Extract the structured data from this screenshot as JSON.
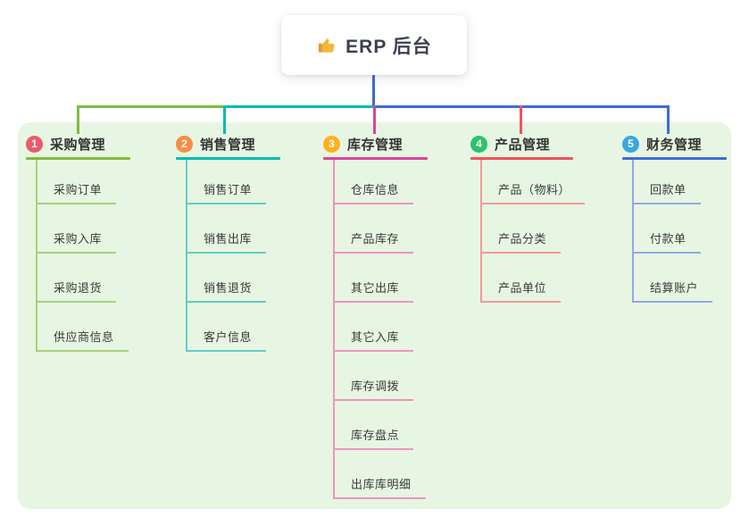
{
  "root": {
    "icon": "thumbs-up-icon",
    "label": "ERP 后台"
  },
  "colors": {
    "panel_bg": "#e7f6e2",
    "root_trunk_blue": "#4169d2",
    "thumb_gold": "#f4b73b",
    "thumb_cuff": "#e09a2a"
  },
  "branches": [
    {
      "num": "1",
      "label": "采购管理",
      "circle_color": "#ec5a6d",
      "line_color": "#82bb3f",
      "child_line_color": "#a8d17f",
      "children": [
        "采购订单",
        "采购入库",
        "采购退货",
        "供应商信息"
      ]
    },
    {
      "num": "2",
      "label": "销售管理",
      "circle_color": "#fb8b43",
      "line_color": "#00bcae",
      "child_line_color": "#5fcfc5",
      "children": [
        "销售订单",
        "销售出库",
        "销售退货",
        "客户信息"
      ]
    },
    {
      "num": "3",
      "label": "库存管理",
      "circle_color": "#ffb01f",
      "line_color": "#dc4496",
      "child_line_color": "#ef93c3",
      "children": [
        "仓库信息",
        "产品库存",
        "其它出库",
        "其它入库",
        "库存调拨",
        "库存盘点",
        "出库库明细"
      ]
    },
    {
      "num": "4",
      "label": "产品管理",
      "circle_color": "#2dc26a",
      "line_color": "#f2525c",
      "child_line_color": "#f7969b",
      "children": [
        "产品（物料）",
        "产品分类",
        "产品单位"
      ]
    },
    {
      "num": "5",
      "label": "财务管理",
      "circle_color": "#3ba7e0",
      "line_color": "#3f6bd8",
      "child_line_color": "#92a8e8",
      "children": [
        "回款单",
        "付款单",
        "结算账户"
      ]
    }
  ]
}
